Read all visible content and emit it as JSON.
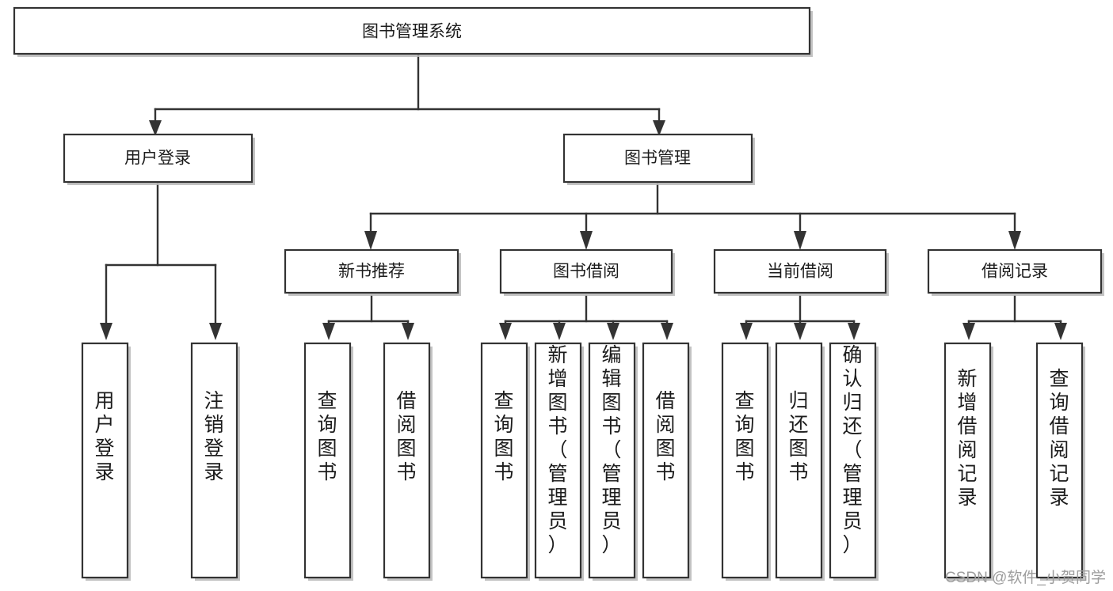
{
  "diagram": {
    "title": "图书管理系统",
    "type": "tree-hierarchy",
    "root": {
      "id": "root",
      "label": "图书管理系统"
    },
    "level2": [
      {
        "id": "user-login",
        "label": "用户登录"
      },
      {
        "id": "book-manage",
        "label": "图书管理"
      }
    ],
    "level3": [
      {
        "id": "new-book-rec",
        "label": "新书推荐",
        "parent": "book-manage"
      },
      {
        "id": "book-borrow",
        "label": "图书借阅",
        "parent": "book-manage"
      },
      {
        "id": "current-borrow",
        "label": "当前借阅",
        "parent": "book-manage"
      },
      {
        "id": "borrow-record",
        "label": "借阅记录",
        "parent": "book-manage"
      }
    ],
    "leaves": [
      {
        "id": "leaf-user-login",
        "label": "用户登录",
        "parent": "user-login"
      },
      {
        "id": "leaf-logout",
        "label": "注销登录",
        "parent": "user-login"
      },
      {
        "id": "leaf-query-book-1",
        "label": "查询图书",
        "parent": "new-book-rec"
      },
      {
        "id": "leaf-borrow-book-1",
        "label": "借阅图书",
        "parent": "new-book-rec"
      },
      {
        "id": "leaf-query-book-2",
        "label": "查询图书",
        "parent": "book-borrow"
      },
      {
        "id": "leaf-add-book",
        "label": "新增图书（管理员）",
        "parent": "book-borrow"
      },
      {
        "id": "leaf-edit-book",
        "label": "编辑图书（管理员）",
        "parent": "book-borrow"
      },
      {
        "id": "leaf-borrow-book-2",
        "label": "借阅图书",
        "parent": "book-borrow"
      },
      {
        "id": "leaf-query-book-3",
        "label": "查询图书",
        "parent": "current-borrow"
      },
      {
        "id": "leaf-return-book",
        "label": "归还图书",
        "parent": "current-borrow"
      },
      {
        "id": "leaf-confirm-return",
        "label": "确认归还（管理员）",
        "parent": "current-borrow"
      },
      {
        "id": "leaf-add-record",
        "label": "新增借阅记录",
        "parent": "borrow-record"
      },
      {
        "id": "leaf-query-record",
        "label": "查询借阅记录",
        "parent": "borrow-record"
      }
    ],
    "colors": {
      "stroke": "#333333",
      "fill": "#ffffff",
      "text": "#1c1c1c",
      "shadow": "#b8b8b8",
      "watermark": "#9d9d9d"
    }
  },
  "watermark": {
    "text": "CSDN @软件_小贺同学"
  }
}
